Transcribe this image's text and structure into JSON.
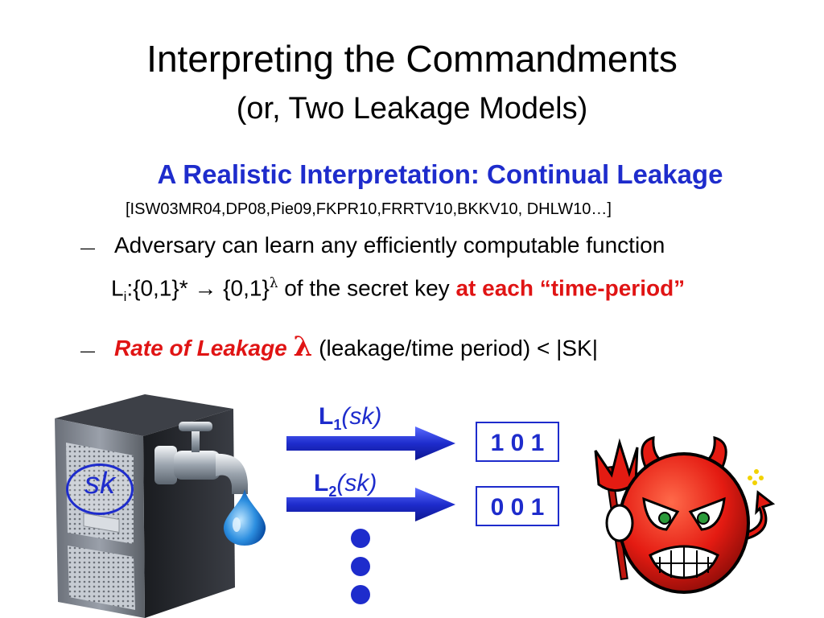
{
  "slide": {
    "title": "Interpreting the Commandments",
    "subtitle": "(or, Two Leakage Models)",
    "heading": "A Realistic Interpretation: Continual Leakage",
    "refs": "[ISW03MR04,DP08,Pie09,FKPR10,FRRTV10,BKKV10, DHLW10…]",
    "bullet_dash": "—",
    "bullet1_line1": "Adversary can learn any efficiently computable function",
    "bullet1_L": "L",
    "bullet1_sub": "i",
    "bullet1_func": ":{0,1}* → {0,1}",
    "bullet1_sup": "λ",
    "bullet1_rest": " of the secret key ",
    "bullet1_highlight": "at each “time-period”",
    "bullet2_label": "Rate of Leakage ",
    "bullet2_lambda": "λ",
    "bullet2_rest": " (leakage/time period) < |SK|"
  },
  "diagram": {
    "server_label": "sk",
    "leak1_L": "L",
    "leak1_sub": "1",
    "leak1_arg": "(sk)",
    "leak2_L": "L",
    "leak2_sub": "2",
    "leak2_arg": "(sk)",
    "bits1": "1 0 1",
    "bits2": "0 0 1",
    "icons": [
      "server-icon",
      "faucet-icon",
      "water-drop-icon",
      "devil-icon",
      "pitchfork-icon"
    ],
    "colors": {
      "accent_blue": "#1e2ccc",
      "highlight_red": "#e01414",
      "devil_red": "#e41b12"
    }
  }
}
